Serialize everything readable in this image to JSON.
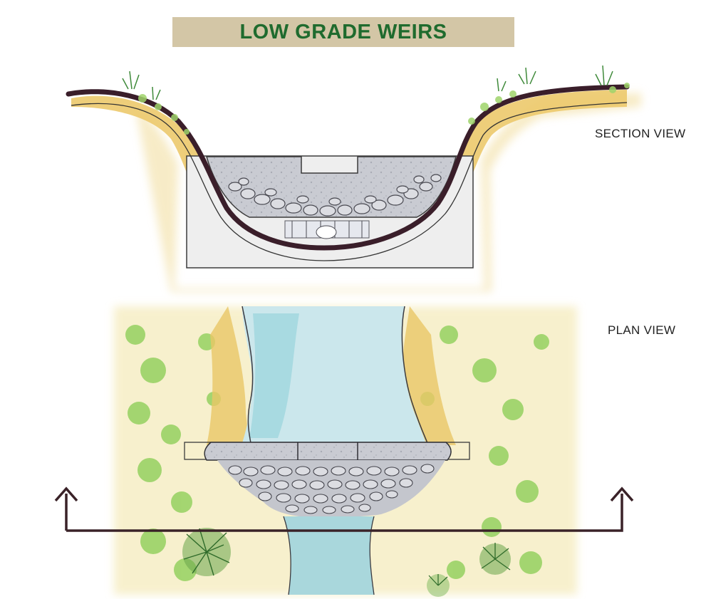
{
  "title": "LOW GRADE WEIRS",
  "labels": {
    "section_view": "SECTION VIEW",
    "plan_view": "PLAN VIEW"
  },
  "colors": {
    "title_banner": "#d3c6a6",
    "title_text": "#1f6b2e",
    "soil": "#e9c766",
    "bank_outline": "#3a1e2a",
    "weir_stone": "#c9cbd2",
    "water": "#a9d7dc",
    "vegetation": "#8fcf5a",
    "arrow": "#3a2228"
  }
}
